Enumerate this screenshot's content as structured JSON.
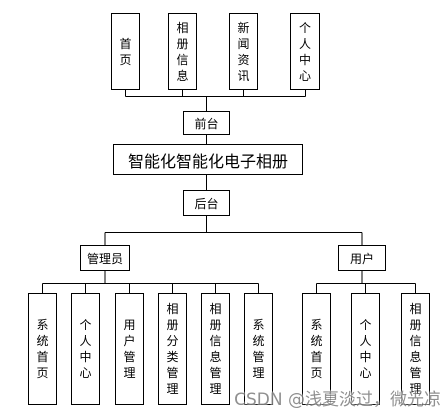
{
  "title": "智能化智能化电子相册",
  "frontend": {
    "label": "前台",
    "modules": [
      "首页",
      "相册信息",
      "新闻资讯",
      "个人中心"
    ]
  },
  "backend": {
    "label": "后台",
    "roles": [
      {
        "label": "管理员",
        "modules": [
          "系统首页",
          "个人中心",
          "用户管理",
          "相册分类管理",
          "相册信息管理",
          "系统管理"
        ]
      },
      {
        "label": "用户",
        "modules": [
          "系统首页",
          "个人中心",
          "相册信息管理"
        ]
      }
    ]
  },
  "watermark": "CSDN @浅夏淡过，微光凉",
  "colors": {
    "line": "#000000",
    "background": "#ffffff"
  }
}
